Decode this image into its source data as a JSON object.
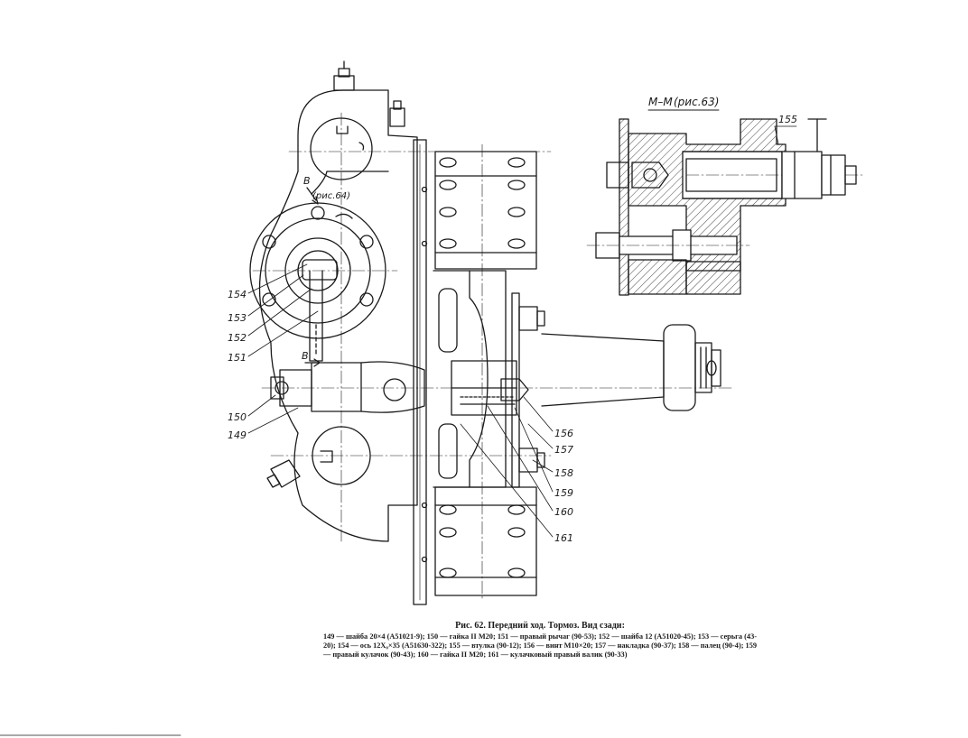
{
  "section_view": {
    "title": "М–М",
    "ref": "(рис.63)",
    "label_155": "155"
  },
  "main_view": {
    "ref_b_top": "B",
    "ref_b_bottom": "B",
    "ref_fig64": "(рис.64)",
    "callouts": [
      "154",
      "153",
      "152",
      "151",
      "150",
      "149",
      "156",
      "157",
      "158",
      "159",
      "160",
      "161"
    ]
  },
  "caption": {
    "title": "Рис. 62. Передний ход. Тормоз. Вид сзади:",
    "legend": "149 — шайба 20×4 (А51021-9); 150 — гайка II М20; 151 — правый рычаг (90-53); 152 — шайба 12 (А51020-45); 153 — серьга (43-20); 154 — ось 12Х₀×35 (А51630-322); 155 — втулка (90-12); 156 — винт М10×20; 157 — накладка (90-37); 158 — палец (90-4); 159 — правый кулачок (90-43); 160 — гайка II М20; 161 — кулачковый правый валик (90-33)"
  }
}
